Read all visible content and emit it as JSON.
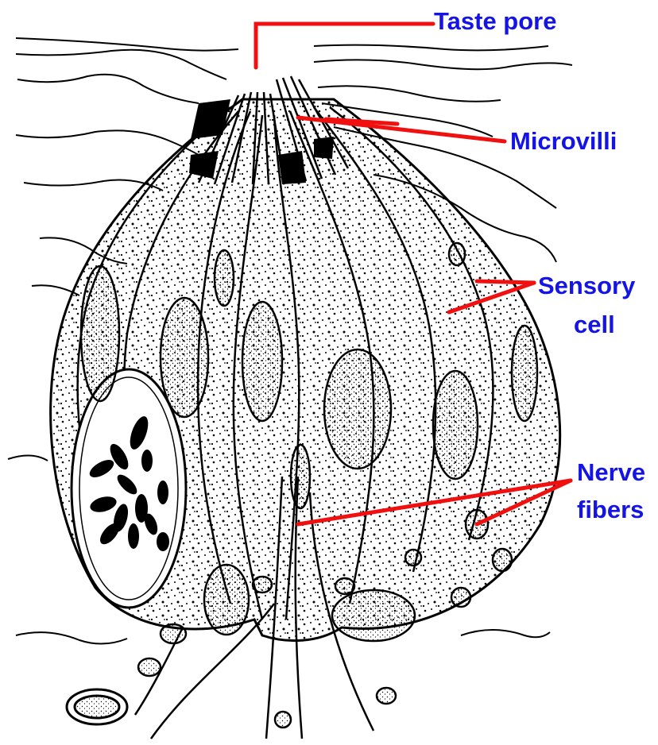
{
  "labels": {
    "taste_pore": "Taste pore",
    "microvilli": "Microvilli",
    "sensory_line1": "Sensory",
    "sensory_line2": "cell",
    "nerve_line1": "Nerve",
    "nerve_line2": "fibers"
  },
  "colors": {
    "label_text": "#1414e6",
    "leader_line": "#f01010",
    "ink": "#000000",
    "background": "#ffffff"
  }
}
